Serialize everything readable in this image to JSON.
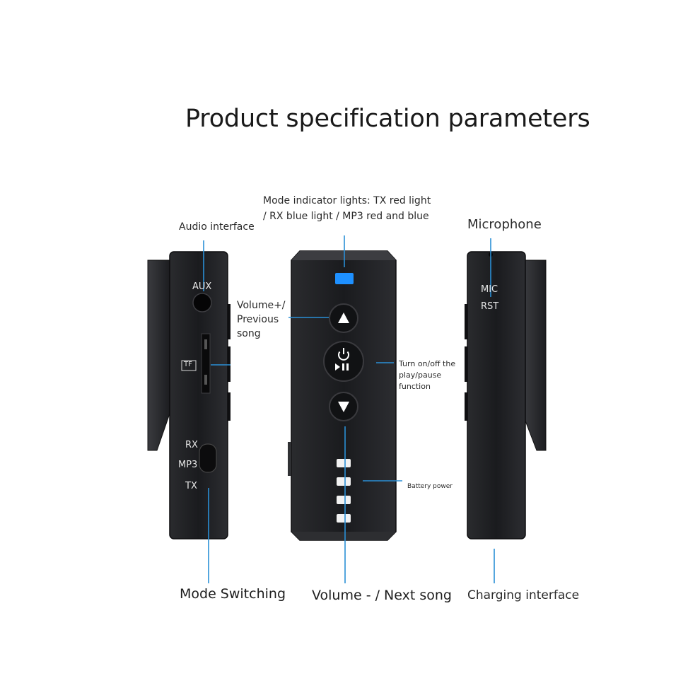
{
  "title": "Product specification parameters",
  "labels": {
    "mode_indicator_line1": "Mode indicator lights: TX red light",
    "mode_indicator_line2": "/ RX blue light / MP3 red and blue",
    "audio_interface": "Audio interface",
    "microphone": "Microphone",
    "volume_plus_line1": "Volume+/",
    "volume_plus_line2": "Previous",
    "volume_plus_line3": "song",
    "power_line1": "Turn on/off the",
    "power_line2": "play/pause",
    "power_line3": "function",
    "battery_power": "Battery power",
    "mode_switching": "Mode Switching",
    "volume_minus": "Volume - / Next song",
    "charging_interface": "Charging interface"
  },
  "device_markings": {
    "aux": "AUX",
    "tf": "TF",
    "rx": "RX",
    "mp3": "MP3",
    "tx": "TX",
    "mic": "MIC",
    "rst": "RST"
  },
  "colors": {
    "accent_line": "#2a8fd6",
    "indicator_blue": "#1e90ff",
    "device_body": "#1b1c1f",
    "device_edge": "#3a3b3f"
  },
  "icons": {
    "volume_up_button": "triangle-up-icon",
    "power_play_button": "power-play-pause-icon",
    "volume_down_button": "triangle-down-icon"
  },
  "battery_indicator": {
    "segments": 4
  }
}
